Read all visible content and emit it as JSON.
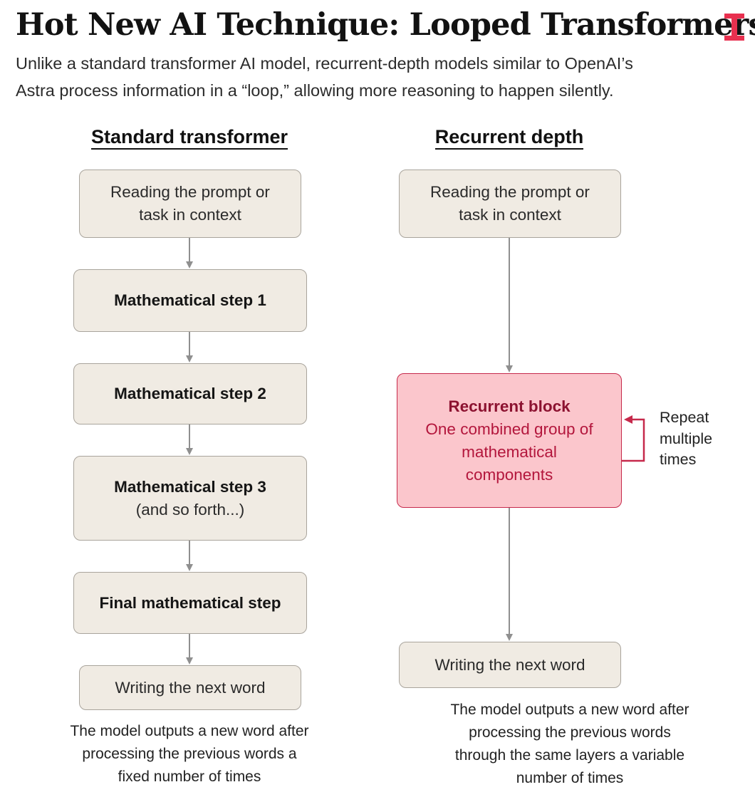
{
  "header": {
    "title": "Hot New AI Technique: Looped Transformers",
    "subtitle_lines": [
      "Unlike a standard transformer AI model, recurrent-depth models similar to OpenAI’s",
      "Astra process information in a “loop,” allowing more reasoning to happen silently."
    ],
    "logo_icon": "publication-logo-icon",
    "logo_color": "#e8304f"
  },
  "left_column": {
    "heading": "Standard transformer",
    "input_box": [
      "Reading the prompt or",
      "task in context"
    ],
    "step1": "Mathematical step 1",
    "step2": "Mathematical step 2",
    "step3": "Mathematical step 3",
    "step3_note": "(and so forth...)",
    "final_step": "Final mathematical step",
    "output_box": "Writing the next word",
    "caption_lines": [
      "The model outputs a new word after",
      "processing the previous words a",
      "fixed number of times"
    ]
  },
  "right_column": {
    "heading": "Recurrent depth",
    "input_box": [
      "Reading the prompt or",
      "task in context"
    ],
    "recurrent_title": "Recurrent block",
    "recurrent_body": [
      "One combined group of",
      "mathematical",
      "components"
    ],
    "repeat_label": [
      "Repeat",
      "multiple",
      "times"
    ],
    "output_box": "Writing the next word",
    "caption_lines": [
      "The model outputs a new word after",
      "processing the previous words",
      "through the same layers a variable",
      "number of times"
    ]
  },
  "colors": {
    "box_fill": "#f0ebe3",
    "box_border": "#a9a49c",
    "recurrent_fill": "#fbc6cc",
    "recurrent_accent": "#c6294b",
    "arrow_gray": "#8f8f8f"
  }
}
